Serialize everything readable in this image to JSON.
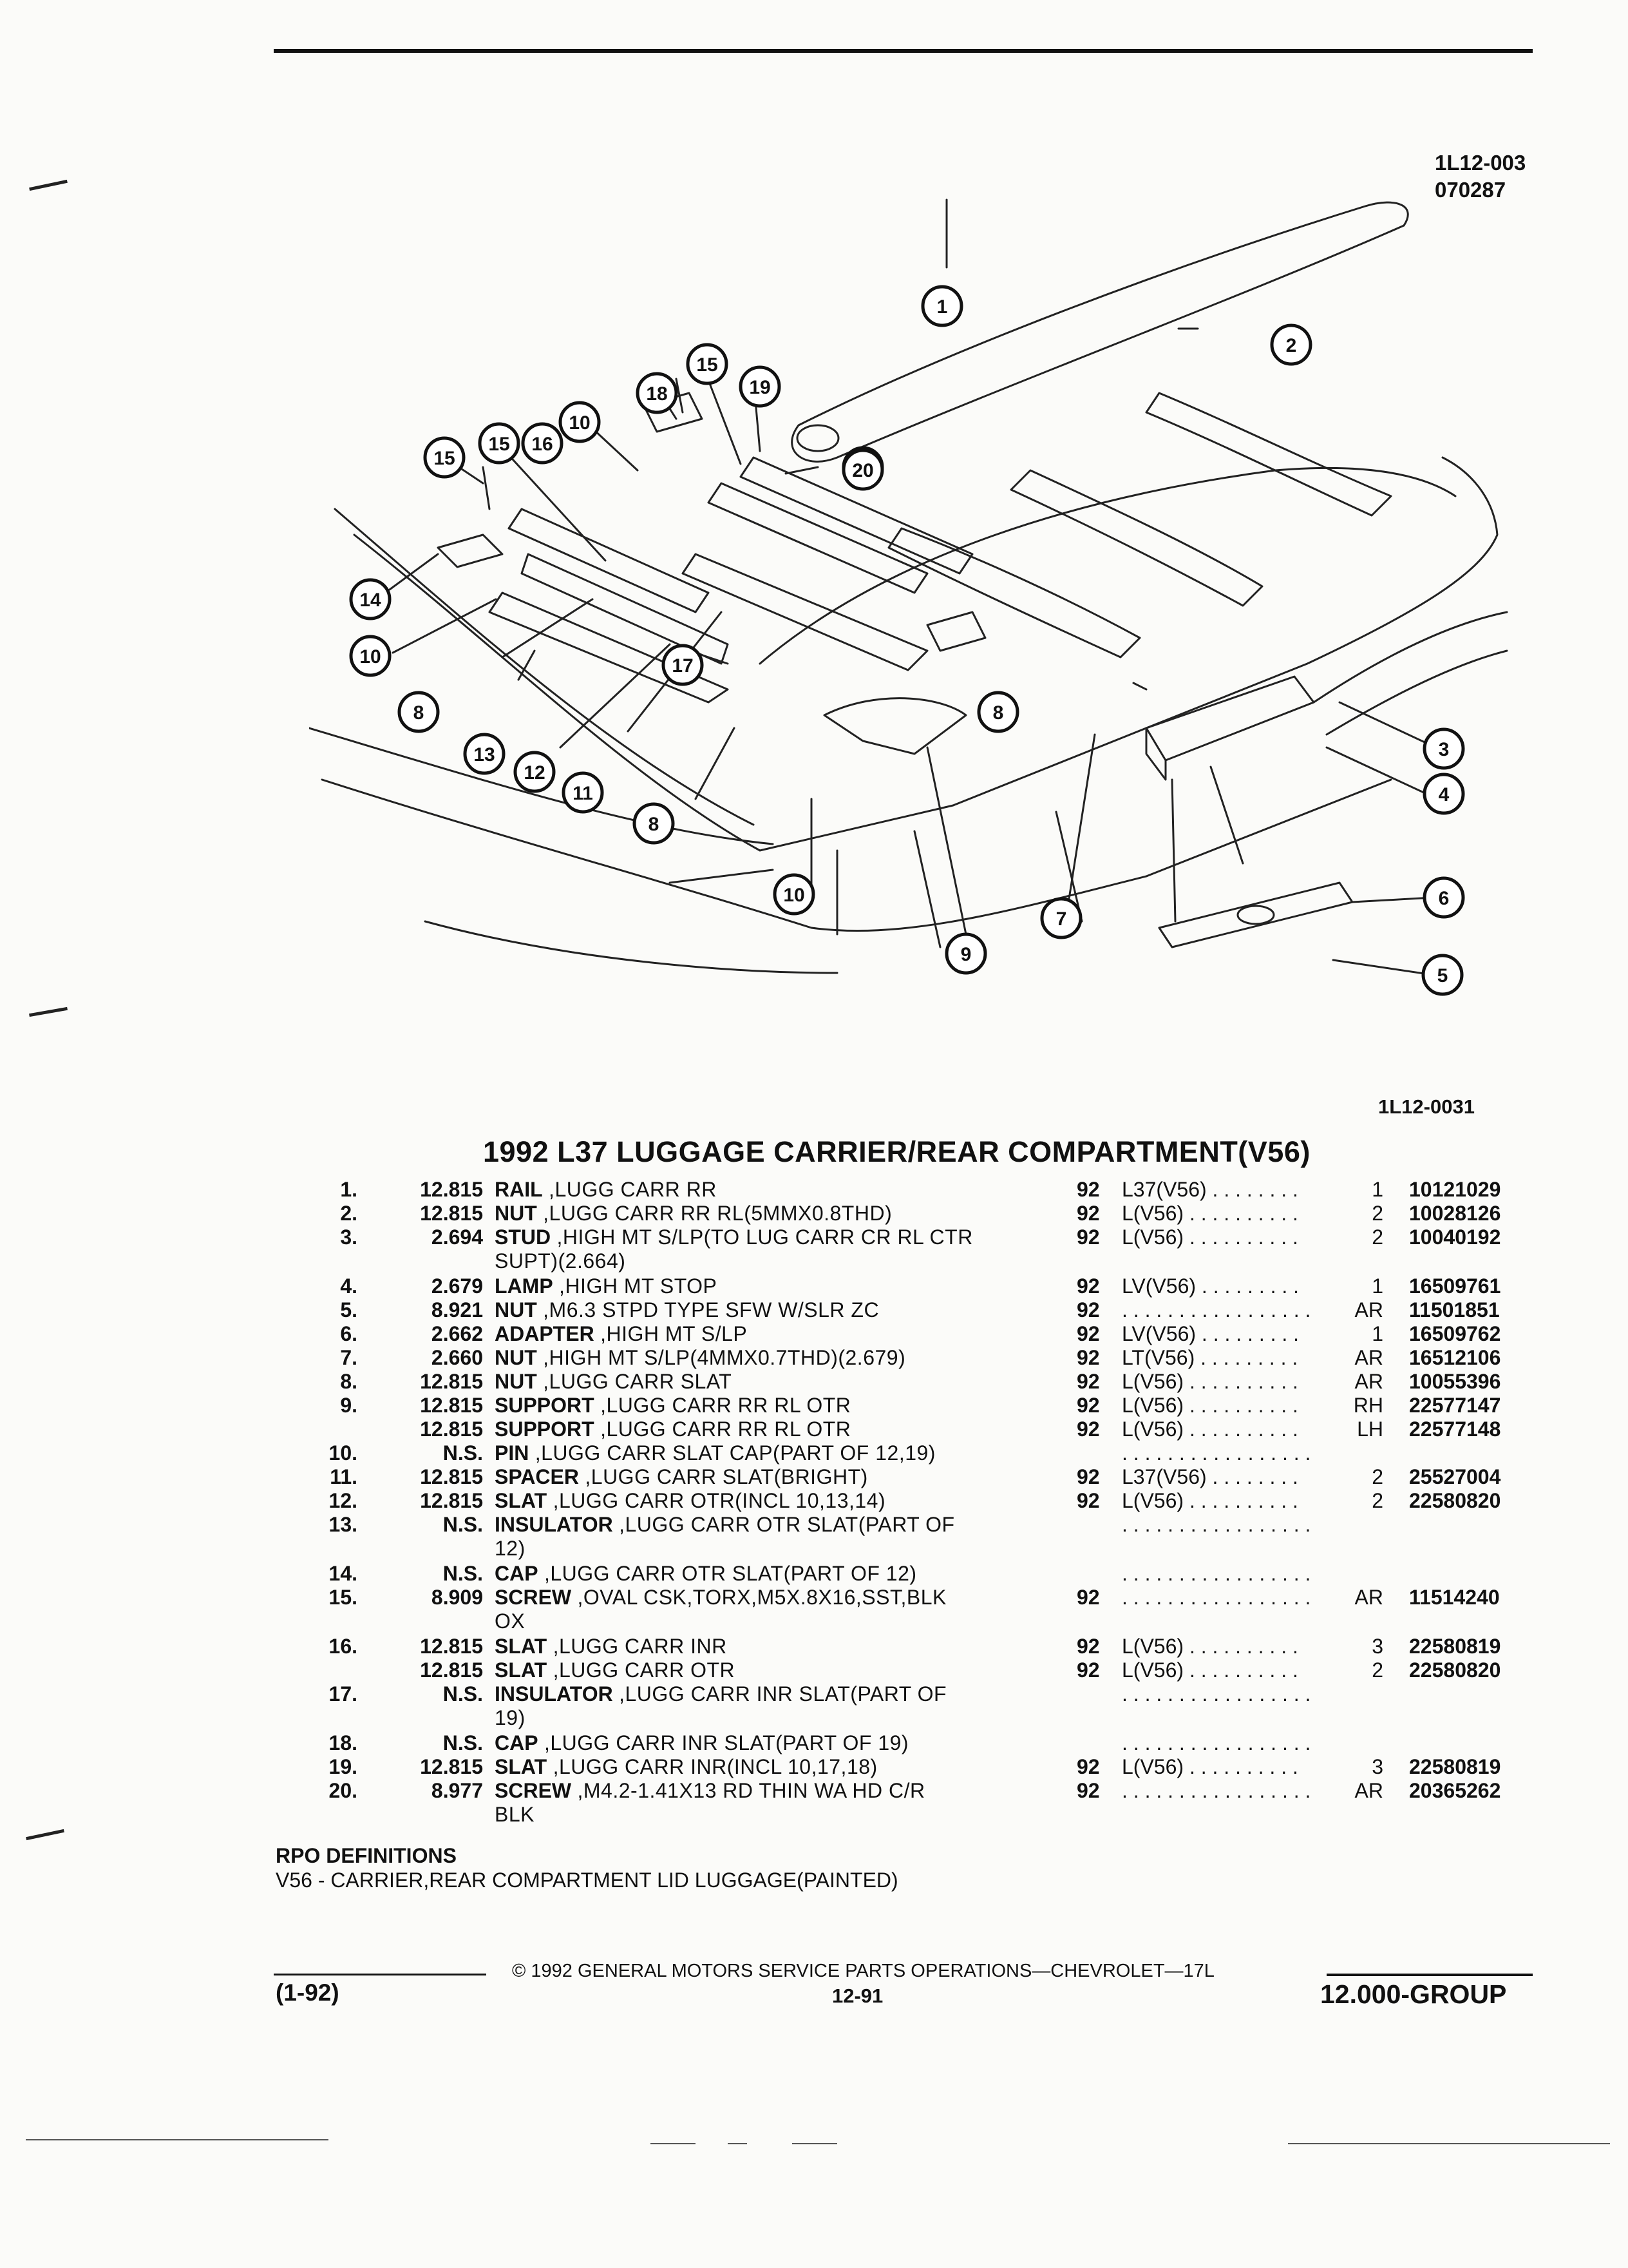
{
  "figure_ids": [
    "1L12-003",
    "070287"
  ],
  "diagram_ref": "1L12-0031",
  "title": "1992 L37 LUGGAGE CARRIER/REAR COMPARTMENT(V56)",
  "callouts": {
    "c1": "1",
    "c2": "2",
    "c3": "3",
    "c4": "4",
    "c5": "5",
    "c6": "6",
    "c7": "7",
    "c8": "8",
    "c9": "9",
    "c10": "10",
    "c11": "11",
    "c12": "12",
    "c13": "13",
    "c14": "14",
    "c15": "15",
    "c16": "16",
    "c17": "17",
    "c18": "18",
    "c19": "19",
    "c20": "20"
  },
  "parts": [
    {
      "idx": "1.",
      "group": "12.815",
      "kw": "RAIL",
      "desc": " ,LUGG CARR RR",
      "cont": "",
      "year": "92",
      "usage": "L37(V56) . . . . . . . .",
      "qty": "1",
      "pn": "10121029"
    },
    {
      "idx": "2.",
      "group": "12.815",
      "kw": "NUT",
      "desc": " ,LUGG CARR RR RL(5MMX0.8THD)",
      "cont": "",
      "year": "92",
      "usage": "L(V56) . . . . . . . . . .",
      "qty": "2",
      "pn": "10028126"
    },
    {
      "idx": "3.",
      "group": "2.694",
      "kw": "STUD",
      "desc": " ,HIGH MT S/LP(TO LUG CARR CR RL CTR",
      "cont": "SUPT)(2.664)",
      "year": "92",
      "usage": "L(V56) . . . . . . . . . .",
      "qty": "2",
      "pn": "10040192"
    },
    {
      "idx": "4.",
      "group": "2.679",
      "kw": "LAMP",
      "desc": " ,HIGH MT STOP",
      "cont": "",
      "year": "92",
      "usage": "LV(V56) . . . . . . . . .",
      "qty": "1",
      "pn": "16509761"
    },
    {
      "idx": "5.",
      "group": "8.921",
      "kw": "NUT",
      "desc": " ,M6.3 STPD TYPE SFW W/SLR ZC",
      "cont": "",
      "year": "92",
      "usage": ". . . . . . . . . . . . . . . . .",
      "qty": "AR",
      "pn": "11501851"
    },
    {
      "idx": "6.",
      "group": "2.662",
      "kw": "ADAPTER",
      "desc": " ,HIGH MT S/LP",
      "cont": "",
      "year": "92",
      "usage": "LV(V56) . . . . . . . . .",
      "qty": "1",
      "pn": "16509762"
    },
    {
      "idx": "7.",
      "group": "2.660",
      "kw": "NUT",
      "desc": " ,HIGH MT S/LP(4MMX0.7THD)(2.679)",
      "cont": "",
      "year": "92",
      "usage": "LT(V56) . . . . . . . . .",
      "qty": "AR",
      "pn": "16512106"
    },
    {
      "idx": "8.",
      "group": "12.815",
      "kw": "NUT",
      "desc": " ,LUGG CARR SLAT",
      "cont": "",
      "year": "92",
      "usage": "L(V56) . . . . . . . . . .",
      "qty": "AR",
      "pn": "10055396"
    },
    {
      "idx": "9.",
      "group": "12.815",
      "kw": "SUPPORT",
      "desc": " ,LUGG CARR RR RL OTR",
      "cont": "",
      "year": "92",
      "usage": "L(V56) . . . . . . . . . .",
      "qty": "RH",
      "pn": "22577147"
    },
    {
      "idx": "",
      "group": "12.815",
      "kw": "SUPPORT",
      "desc": " ,LUGG CARR RR RL OTR",
      "cont": "",
      "year": "92",
      "usage": "L(V56) . . . . . . . . . .",
      "qty": "LH",
      "pn": "22577148"
    },
    {
      "idx": "10.",
      "group": "N.S.",
      "kw": "PIN",
      "desc": " ,LUGG CARR SLAT CAP(PART OF 12,19)",
      "cont": "",
      "year": "",
      "usage": ". . . . . . . . . . . . . . . . .",
      "qty": "",
      "pn": ""
    },
    {
      "idx": "11.",
      "group": "12.815",
      "kw": "SPACER",
      "desc": " ,LUGG CARR SLAT(BRIGHT)",
      "cont": "",
      "year": "92",
      "usage": "L37(V56) . . . . . . . .",
      "qty": "2",
      "pn": "25527004"
    },
    {
      "idx": "12.",
      "group": "12.815",
      "kw": "SLAT",
      "desc": " ,LUGG CARR OTR(INCL 10,13,14)",
      "cont": "",
      "year": "92",
      "usage": "L(V56) . . . . . . . . . .",
      "qty": "2",
      "pn": "22580820"
    },
    {
      "idx": "13.",
      "group": "N.S.",
      "kw": "INSULATOR",
      "desc": " ,LUGG CARR OTR SLAT(PART OF",
      "cont": "12)",
      "year": "",
      "usage": ". . . . . . . . . . . . . . . . .",
      "qty": "",
      "pn": ""
    },
    {
      "idx": "14.",
      "group": "N.S.",
      "kw": "CAP",
      "desc": " ,LUGG CARR OTR SLAT(PART OF 12)",
      "cont": "",
      "year": "",
      "usage": ". . . . . . . . . . . . . . . . .",
      "qty": "",
      "pn": ""
    },
    {
      "idx": "15.",
      "group": "8.909",
      "kw": "SCREW",
      "desc": " ,OVAL CSK,TORX,M5X.8X16,SST,BLK",
      "cont": "OX",
      "year": "92",
      "usage": ". . . . . . . . . . . . . . . . .",
      "qty": "AR",
      "pn": "11514240"
    },
    {
      "idx": "16.",
      "group": "12.815",
      "kw": "SLAT",
      "desc": " ,LUGG CARR INR",
      "cont": "",
      "year": "92",
      "usage": "L(V56) . . . . . . . . . .",
      "qty": "3",
      "pn": "22580819"
    },
    {
      "idx": "",
      "group": "12.815",
      "kw": "SLAT",
      "desc": " ,LUGG CARR OTR",
      "cont": "",
      "year": "92",
      "usage": "L(V56) . . . . . . . . . .",
      "qty": "2",
      "pn": "22580820"
    },
    {
      "idx": "17.",
      "group": "N.S.",
      "kw": "INSULATOR",
      "desc": " ,LUGG CARR INR SLAT(PART OF",
      "cont": "19)",
      "year": "",
      "usage": ". . . . . . . . . . . . . . . . .",
      "qty": "",
      "pn": ""
    },
    {
      "idx": "18.",
      "group": "N.S.",
      "kw": "CAP",
      "desc": " ,LUGG CARR INR SLAT(PART OF 19)",
      "cont": "",
      "year": "",
      "usage": ". . . . . . . . . . . . . . . . .",
      "qty": "",
      "pn": ""
    },
    {
      "idx": "19.",
      "group": "12.815",
      "kw": "SLAT",
      "desc": " ,LUGG CARR INR(INCL 10,17,18)",
      "cont": "",
      "year": "92",
      "usage": "L(V56) . . . . . . . . . .",
      "qty": "3",
      "pn": "22580819"
    },
    {
      "idx": "20.",
      "group": "8.977",
      "kw": "SCREW",
      "desc": " ,M4.2-1.41X13 RD THIN WA HD C/R",
      "cont": "BLK",
      "year": "92",
      "usage": ". . . . . . . . . . . . . . . . .",
      "qty": "AR",
      "pn": "20365262"
    }
  ],
  "rpo": {
    "heading": "RPO DEFINITIONS",
    "text": "V56 - CARRIER,REAR COMPARTMENT LID LUGGAGE(PAINTED)"
  },
  "footer": {
    "copyright": "© 1992 GENERAL MOTORS SERVICE PARTS OPERATIONS—CHEVROLET—17L",
    "date": "(1-92)",
    "page": "12-91",
    "group": "12.000-GROUP"
  }
}
